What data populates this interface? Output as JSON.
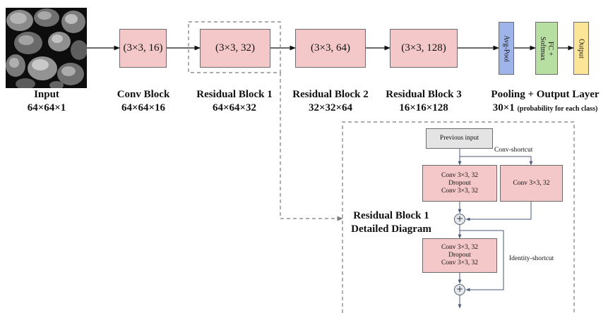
{
  "input": {
    "label": "Input",
    "dims": "64×64×1",
    "icon": "rock-particles-image"
  },
  "stages": [
    {
      "box": "(3×3, 16)",
      "name": "Conv Block",
      "dims": "64×64×16"
    },
    {
      "box": "(3×3, 32)",
      "name": "Residual Block 1",
      "dims": "64×64×32"
    },
    {
      "box": "(3×3, 64)",
      "name": "Residual Block 2",
      "dims": "32×32×64"
    },
    {
      "box": "(3×3, 128)",
      "name": "Residual Block 3",
      "dims": "16×16×128"
    }
  ],
  "output": {
    "avgpool": "Avg-Pool",
    "fc_line1": "FC +",
    "fc_line2": "Softmax",
    "output": "Output",
    "name": "Pooling + Output Layer",
    "dims": "30×1",
    "dims_note": "(probability for each class)"
  },
  "detail": {
    "title_line1": "Residual Block 1",
    "title_line2": "Detailed Diagram",
    "previous_input": "Previous input",
    "conv_shortcut_label": "Conv-shortcut",
    "identity_shortcut_label": "Identity-shortcut",
    "conv_block_1": {
      "line1": "Conv 3×3, 32",
      "line2": "Dropout",
      "line3": "Conv 3×3, 32"
    },
    "shortcut_conv": "Conv 3×3, 32",
    "conv_block_2": {
      "line1": "Conv 3×3, 32",
      "line2": "Dropout",
      "line3": "Conv 3×3, 32"
    },
    "plus_symbol": "+"
  },
  "colors": {
    "conv_box": "#f4c7c8",
    "previous_input_box": "#e4e4e4",
    "avgpool_box": "#9fb5ea",
    "fc_box": "#b7dfa2",
    "output_box": "#fde598",
    "arrow": "#111111",
    "detail_arrow": "#4a5a78",
    "dashed_border": "#7a7a7a"
  }
}
